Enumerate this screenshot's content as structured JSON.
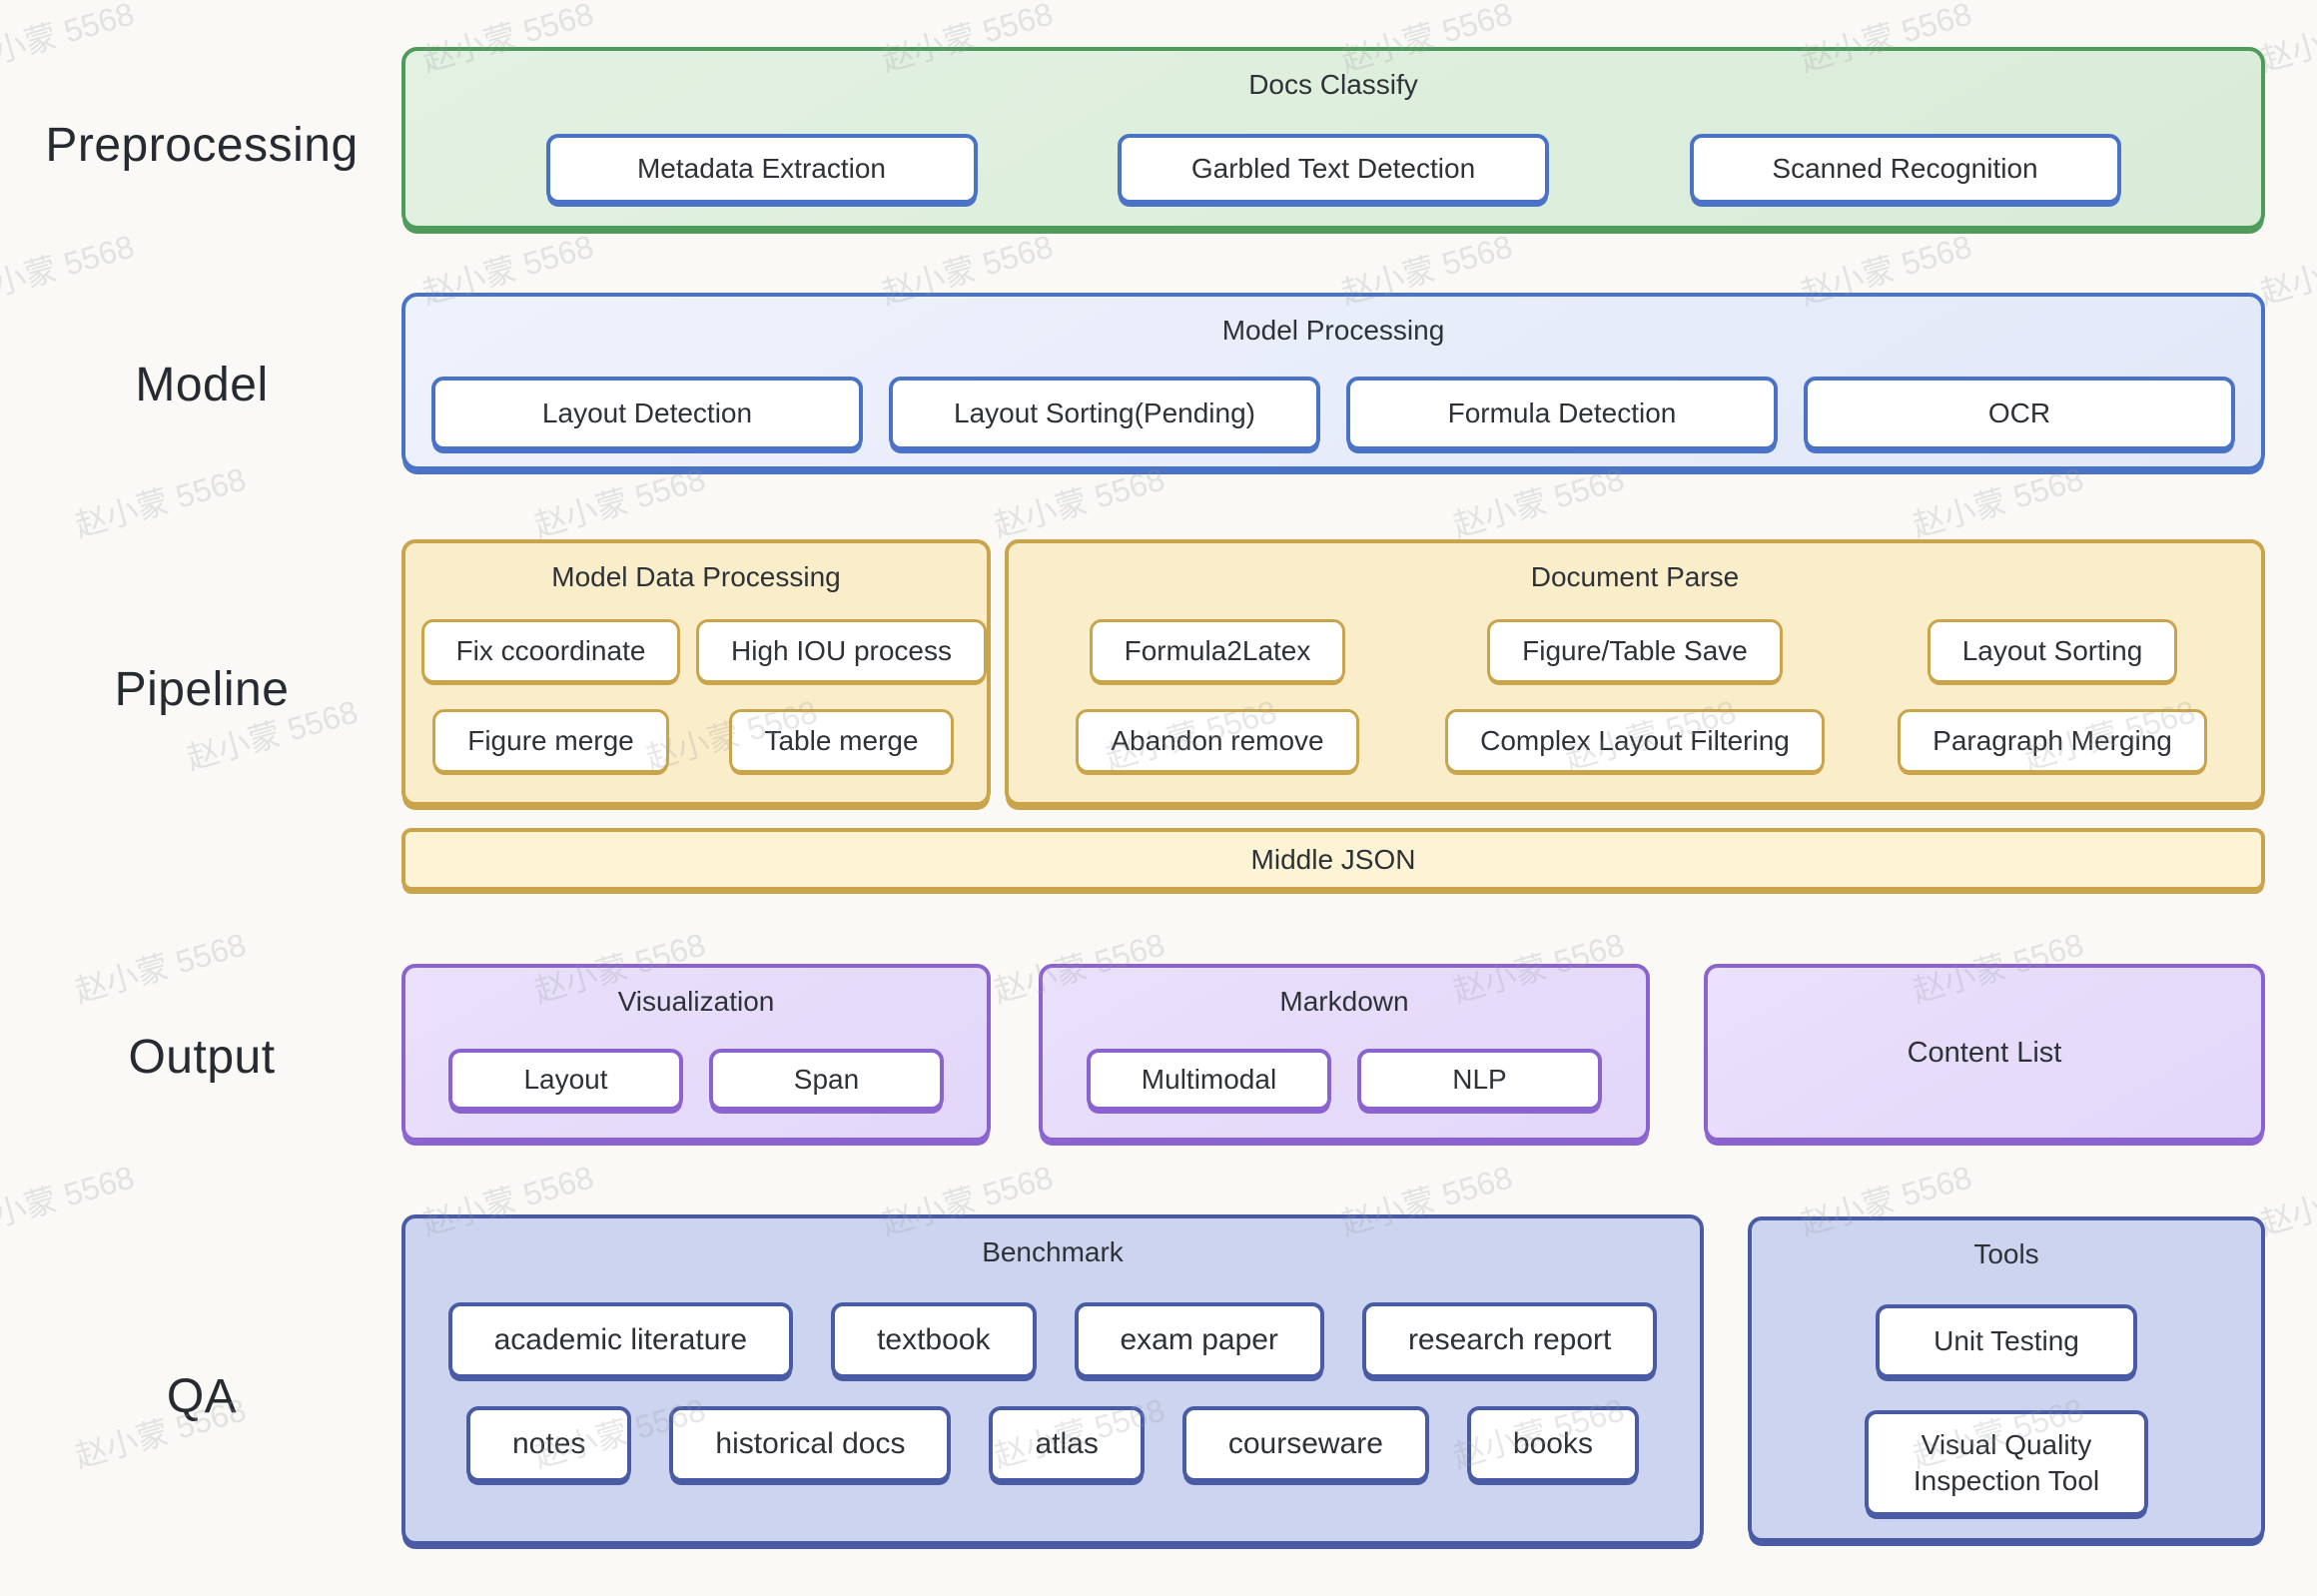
{
  "watermark": {
    "text": "赵小蒙 5568"
  },
  "palette": {
    "green_border": "#4e9b5c",
    "green_fill": "#ddefdc",
    "blue_border": "#4a72c6",
    "blue_fill": "#e9eefb",
    "gold_border": "#c9a44a",
    "gold_fill": "#faedc9",
    "gold_bar_fill": "#fdf4d6",
    "purple_border": "#8a63d0",
    "purple_fill": "#e7defa",
    "navy_border": "#4a5ba6",
    "navy_fill": "#cdd4ef",
    "node_fill": "#ffffff",
    "text": "#2e3237",
    "label_text": "#262a31"
  },
  "stages": {
    "preprocessing": {
      "label": "Preprocessing",
      "docs_classify": {
        "title": "Docs Classify",
        "items": [
          "Metadata Extraction",
          "Garbled Text Detection",
          "Scanned Recognition"
        ]
      }
    },
    "model": {
      "label": "Model",
      "model_processing": {
        "title": "Model Processing",
        "items": [
          "Layout Detection",
          "Layout Sorting(Pending)",
          "Formula Detection",
          "OCR"
        ]
      }
    },
    "pipeline": {
      "label": "Pipeline",
      "model_data_processing": {
        "title": "Model Data Processing",
        "items": [
          "Fix ccoordinate",
          "High IOU process",
          "Figure merge",
          "Table merge"
        ]
      },
      "document_parse": {
        "title": "Document Parse",
        "items": [
          "Formula2Latex",
          "Figure/Table Save",
          "Layout Sorting",
          "Abandon remove",
          "Complex Layout Filtering",
          "Paragraph Merging"
        ]
      },
      "middle_json": {
        "title": "Middle JSON"
      }
    },
    "output": {
      "label": "Output",
      "visualization": {
        "title": "Visualization",
        "items": [
          "Layout",
          "Span"
        ]
      },
      "markdown": {
        "title": "Markdown",
        "items": [
          "Multimodal",
          "NLP"
        ]
      },
      "content_list": {
        "title": "Content List"
      }
    },
    "qa": {
      "label": "QA",
      "benchmark": {
        "title": "Benchmark",
        "row1": [
          "academic literature",
          "textbook",
          "exam paper",
          "research report"
        ],
        "row2": [
          "notes",
          "historical docs",
          "atlas",
          "courseware",
          "books"
        ]
      },
      "tools": {
        "title": "Tools",
        "items": [
          "Unit Testing",
          "Visual Quality Inspection Tool"
        ]
      }
    }
  }
}
